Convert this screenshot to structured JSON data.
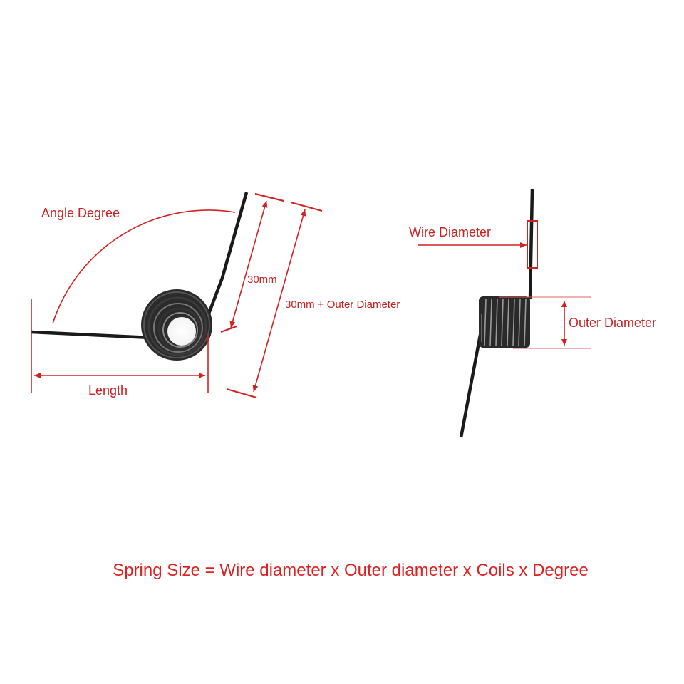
{
  "diagram": {
    "labels": {
      "angle_degree": "Angle Degree",
      "length": "Length",
      "thirty_mm": "30mm",
      "thirty_mm_plus_od": "30mm + Outer Diameter",
      "wire_diameter": "Wire Diameter",
      "outer_diameter": "Outer Diameter"
    },
    "formula": "Spring Size = Wire diameter x Outer diameter x Coils x Degree"
  },
  "colors": {
    "annotation": "#d42020",
    "spring": "#1a1a1a",
    "background": "#ffffff"
  }
}
